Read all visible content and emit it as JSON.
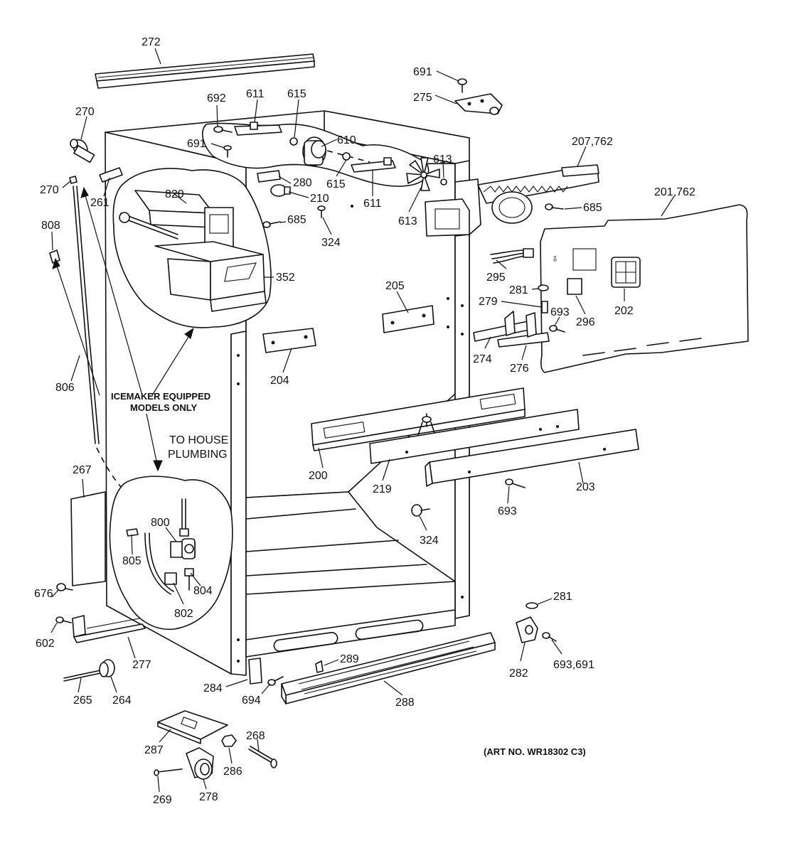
{
  "labels": {
    "l272": "272",
    "l691a": "691",
    "l275": "275",
    "l692": "692",
    "l611a": "611",
    "l615a": "615",
    "l270a": "270",
    "l610": "610",
    "l691b": "691",
    "l613a": "613",
    "l207_762": "207,762",
    "l270b": "270",
    "l261": "261",
    "l820": "820",
    "l280": "280",
    "l615b": "615",
    "l611b": "611",
    "l613b": "613",
    "l685a": "685",
    "l201_762": "201,762",
    "l210": "210",
    "l808": "808",
    "l685b": "685",
    "l324a": "324",
    "l352": "352",
    "l295": "295",
    "l205": "205",
    "l281a": "281",
    "l279": "279",
    "l693a": "693",
    "l202": "202",
    "l296": "296",
    "l274": "274",
    "l276": "276",
    "l204": "204",
    "l806": "806",
    "l200": "200",
    "l219": "219",
    "l203": "203",
    "l267": "267",
    "l693b": "693",
    "l800": "800",
    "l324b": "324",
    "l805": "805",
    "l804": "804",
    "l676": "676",
    "l802": "802",
    "l281b": "281",
    "l602": "602",
    "l277": "277",
    "l289": "289",
    "l693_691": "693,691",
    "l282": "282",
    "l284": "284",
    "l265": "265",
    "l264": "264",
    "l694": "694",
    "l288": "288",
    "l268": "268",
    "l287": "287",
    "l286": "286",
    "l269": "269",
    "l278": "278"
  },
  "callouts": {
    "icemaker_line1": "ICEMAKER EQUIPPED",
    "icemaker_line2": "MODELS ONLY",
    "plumbing_line1": "TO HOUSE",
    "plumbing_line2": "PLUMBING"
  },
  "art_number": "(ART NO. WR18302 C3)"
}
